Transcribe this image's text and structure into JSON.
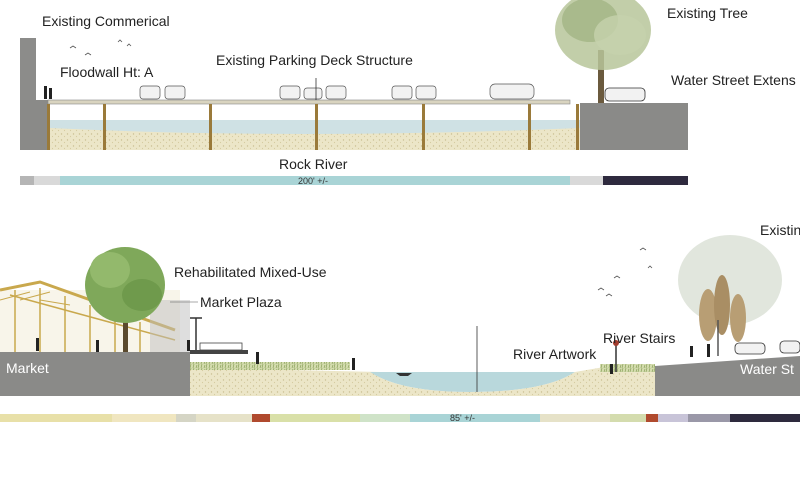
{
  "section_top": {
    "labels": {
      "existing_commercial": "Existing Commerical",
      "floodwall": "Floodwall Ht: A",
      "parking_deck": "Existing Parking Deck Structure",
      "existing_tree": "Existing Tree",
      "water_street_ext": "Water Street Extens",
      "river_name": "Rock River"
    },
    "dimension": "200' +/-"
  },
  "section_bottom": {
    "labels": {
      "existing": "Existing",
      "rehab_mixed_use": "Rehabilitated Mixed-Use",
      "market_plaza": "Market Plaza",
      "market": "Market",
      "river_artwork": "River Artwork",
      "river_stairs": "River Stairs",
      "water_street": "Water St"
    },
    "dimension": "85' +/-"
  },
  "colors": {
    "ground_gray": "#8a8a88",
    "sand": "#ece6c8",
    "water": "#b9d8dc",
    "tree_green": "#7fa85a",
    "bar_dark": "#2e2a3e",
    "bar_teal": "#a9d4d6"
  }
}
